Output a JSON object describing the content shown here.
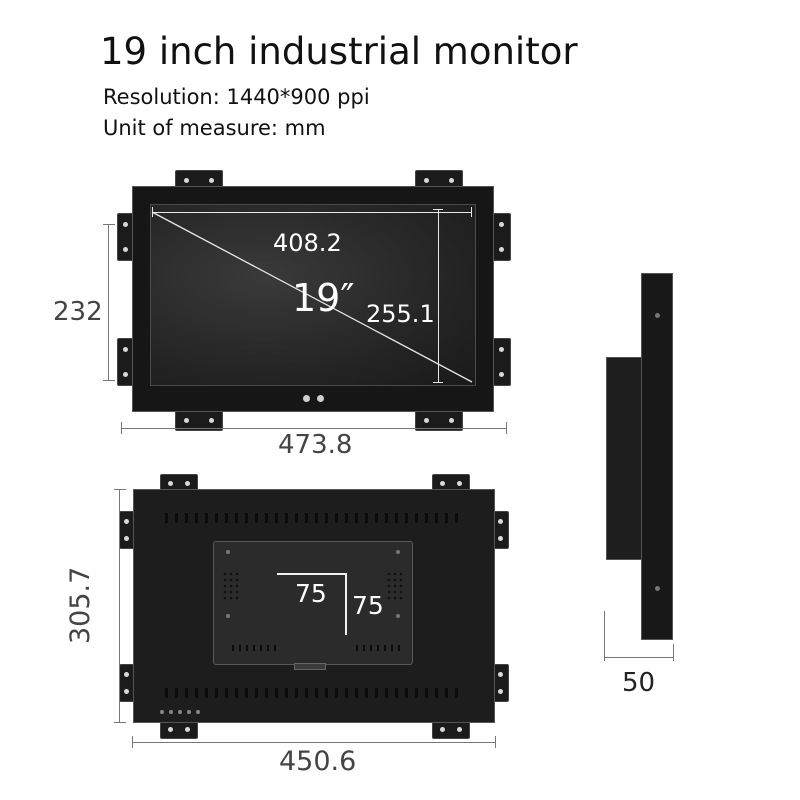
{
  "header": {
    "title": "19 inch industrial monitor",
    "resolution": "Resolution: 1440*900 ppi",
    "unit": "Unit of measure: mm"
  },
  "front_view": {
    "screen_width": "408.2",
    "screen_height": "255.1",
    "diagonal": "19″",
    "height": "232",
    "width": "473.8"
  },
  "back_view": {
    "vesa_h": "75",
    "vesa_v": "75",
    "height": "305.7",
    "width": "450.6"
  },
  "side_view": {
    "depth": "50"
  },
  "colors": {
    "bezel": "#151515",
    "screen": "#2a2a2a",
    "dimension_line": "#777777"
  }
}
